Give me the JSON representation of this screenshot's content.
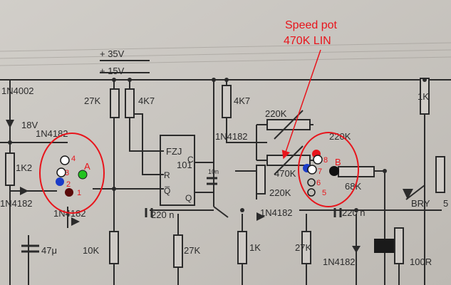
{
  "annotation": {
    "line1": "Speed pot",
    "line2": "470K LIN"
  },
  "circle_a": {
    "letter": "A",
    "pins": [
      "4",
      "3",
      "2",
      "1"
    ]
  },
  "circle_b": {
    "letter": "B",
    "pins": [
      "8",
      "7",
      "6",
      "5"
    ]
  },
  "rails": {
    "v35": "+ 35V",
    "v15": "+ 15V"
  },
  "ic": {
    "name": "FZJ",
    "num": "101",
    "pin_c": "C",
    "pin_r": "R",
    "pin_q": "Q",
    "pin_qbar": "Q̅"
  },
  "labels": {
    "d1": "1N4002",
    "z18": "18V",
    "d2": "1N4182",
    "r1k2": "1K2",
    "d3": "1N4182",
    "d4": "1N4182",
    "r27k_top": "27K",
    "r4k7_a": "4K7",
    "r4k7_b": "4K7",
    "d5": "1N4182",
    "r220k_a": "220K",
    "r220k_b": "220K",
    "r470k": "470K",
    "r220k_c": "220K",
    "r68k": "68K",
    "r1k": "1K",
    "bry": "BRY",
    "five": "5",
    "c47u": "47μ",
    "r10k": "10K",
    "c220n_a": "220 n",
    "r27k_b": "27K",
    "r1k_b": "1K",
    "r27k_c": "27K",
    "d6": "1N4182",
    "c220n_b": "220 n",
    "d7": "1N4182",
    "r100r": "100R",
    "n10": "10n"
  },
  "colors": {
    "annotation": "#e8141b",
    "pin_white": "#ffffff",
    "pin_blue": "#1b3cc8",
    "pin_green": "#22c31f",
    "pin_darkred": "#5a0a0a",
    "pin_red": "#e8141b",
    "pin_black": "#111111"
  }
}
